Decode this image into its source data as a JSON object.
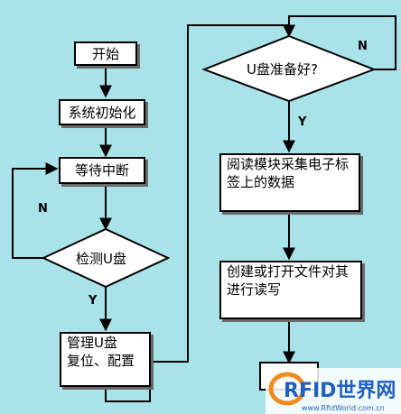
{
  "nodes": {
    "start": "开始",
    "init": "系统初始化",
    "wait": "等待中断",
    "detect": "检测U盘",
    "manage_line1": "管理U盘",
    "manage_line2": "复位、配置",
    "ready": "U盘准备好?",
    "read_line1": "阅读模块采集电子标",
    "read_line2": "签上的数据",
    "write_line1": "创建或打开文件对其",
    "write_line2": "进行读写"
  },
  "edges": {
    "detect_no": "N",
    "detect_yes": "Y",
    "ready_no": "N",
    "ready_yes": "Y"
  },
  "logo": {
    "text": "RFID世界网",
    "url": "www.RfidWorld.com.cn"
  },
  "colors": {
    "background": "#a7e3e9",
    "box_fill": "#ffffff",
    "stroke": "#000000",
    "logo_blue": "#1f5fbf",
    "logo_orange": "#f08a1c"
  }
}
